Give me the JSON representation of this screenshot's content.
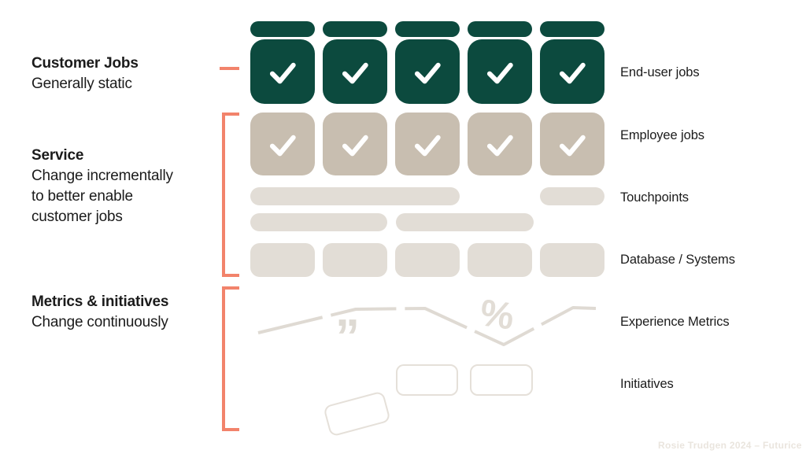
{
  "left_sections": [
    {
      "title": "Customer Jobs",
      "subtitle": "Generally static"
    },
    {
      "title": "Service",
      "subtitle": "Change incrementally\nto better enable\ncustomer jobs"
    },
    {
      "title": "Metrics & initiatives",
      "subtitle": "Change continuously"
    }
  ],
  "row_labels": [
    "End-user jobs",
    "Employee jobs",
    "Touchpoints",
    "Database / Systems",
    "Experience Metrics",
    "Initiatives"
  ],
  "rows": {
    "end_user_jobs": {
      "type": "checked-tiles",
      "count": 5
    },
    "employee_jobs": {
      "type": "checked-tiles",
      "count": 5
    },
    "touchpoints": {
      "type": "pills",
      "count": 4
    },
    "database_systems": {
      "type": "blocks",
      "count": 5
    },
    "experience_metrics": {
      "type": "sketch",
      "glyphs": [
        "line-chart",
        "quote",
        "percent"
      ]
    },
    "initiatives": {
      "type": "outlined-cards",
      "count": 3
    }
  },
  "glyphs": {
    "quote": "”",
    "percent": "%"
  },
  "credit": "Rosie Trudgen 2024 – Futurice",
  "colors": {
    "green": "#0C4A3E",
    "tan": "#C8BEB0",
    "lightgray": "#E2DDD6",
    "outline": "#E5E0D9",
    "linechart": "#DFDAD3",
    "quote": "#DEDAD3",
    "orange": "#F2836B",
    "text": "#1B1B1B",
    "credit": "#EAE5DE"
  }
}
